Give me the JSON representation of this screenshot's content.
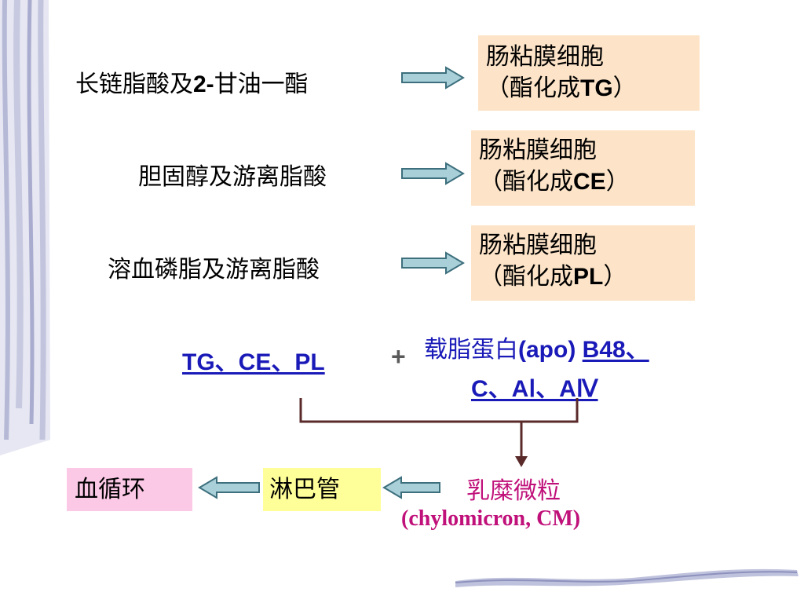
{
  "rows": [
    {
      "source": "长链脂酸及",
      "source_bold": "2-",
      "source_tail": "甘油一酯",
      "target_line1": "肠粘膜细胞",
      "target_pre": "（酯化成",
      "target_code": "TG",
      "target_post": "）"
    },
    {
      "source": "胆固醇及游离脂酸",
      "target_line1": "肠粘膜细胞",
      "target_pre": "（酯化成",
      "target_code": "CE",
      "target_post": "）"
    },
    {
      "source": "溶血磷脂及游离脂酸",
      "target_line1": "肠粘膜细胞",
      "target_pre": "（酯化成",
      "target_code": "PL",
      "target_post": "）"
    }
  ],
  "lipids_label": "TG、CE、PL",
  "plus_sign": "+",
  "apo_line1_cn": "载脂蛋白",
  "apo_line1_apo": "(apo) ",
  "apo_line1_b48": "B48、",
  "apo_line2": "C、AⅠ、AⅣ",
  "blood_circulation": "血循环",
  "lymph_vessel": "淋巴管",
  "chylomicron_cn": "乳糜微粒",
  "chylomicron_en": "(chylomicron, CM)",
  "colors": {
    "peach_box": "#fde4c8",
    "pink_box": "#fbc8e6",
    "yellow_box": "#ffff99",
    "blue_text": "#1a1ab8",
    "magenta_text": "#c0107a",
    "arrow_fill": "#a9cfd8",
    "bracket": "#5a2a2a"
  }
}
